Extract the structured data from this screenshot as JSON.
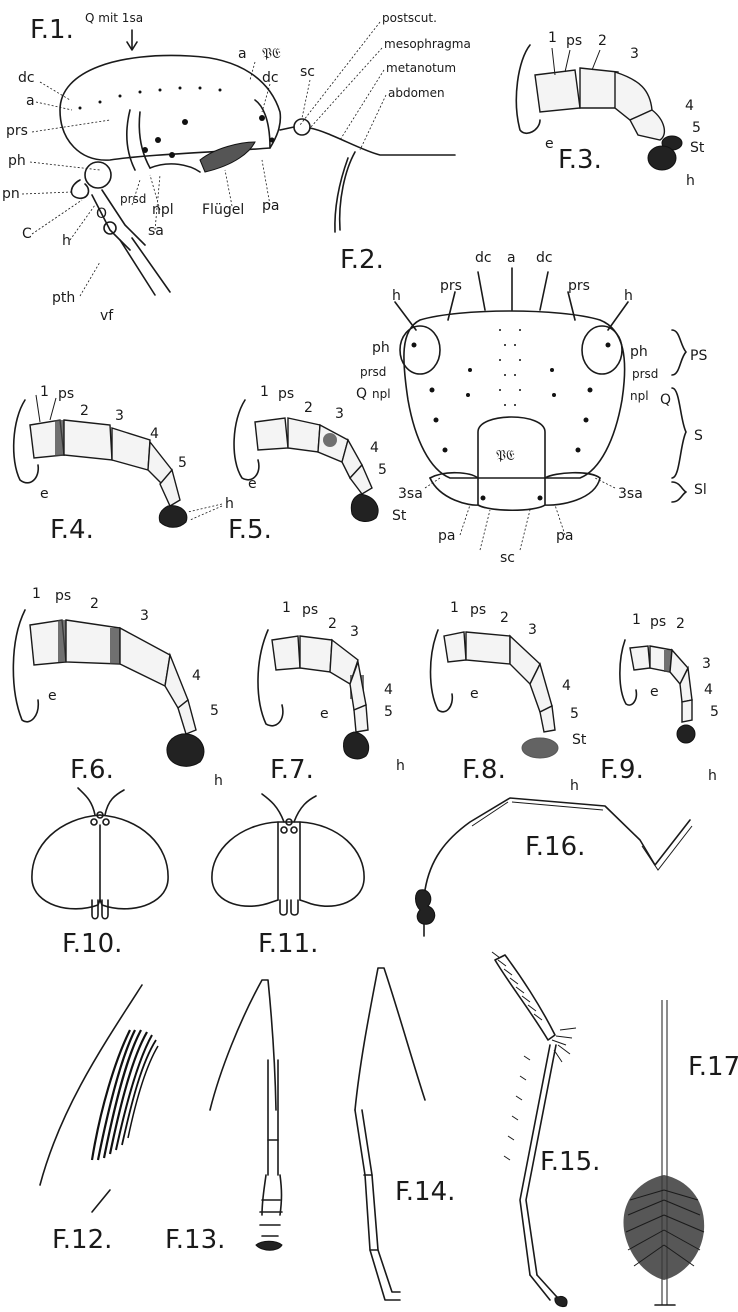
{
  "figures": {
    "f1": {
      "label": "F.1.",
      "top": "Q mit 1sa",
      "pc": "𝔓𝔈",
      "a": "a",
      "dc": "dc",
      "sc": "sc",
      "postscut": "postscut.",
      "mesophragma": "mesophragma",
      "metanotum": "metanotum",
      "abdomen": "abdomen",
      "dc2": "dc",
      "a2": "a",
      "prs": "prs",
      "ph": "ph",
      "pn": "pn",
      "c": "C",
      "h": "h",
      "o": "O",
      "prsd": "prsd",
      "npl": "npl",
      "sa": "sa",
      "fluegel": "Flügel",
      "pa": "pa",
      "pth": "pth",
      "vf": "vf"
    },
    "f2": {
      "label": "F.2.",
      "dc1": "dc",
      "a": "a",
      "dc2": "dc",
      "prs1": "prs",
      "prs2": "prs",
      "h1": "h",
      "h2": "h",
      "ph1": "ph",
      "ph2": "ph",
      "prsd1": "prsd",
      "prsd2": "prsd",
      "q1": "Q",
      "q2": "Q",
      "npl1": "npl",
      "npl2": "npl",
      "pc": "𝔓𝔈",
      "sa1": "3sa",
      "sa2": "3sa",
      "pa1": "pa",
      "pa2": "pa",
      "sc": "sc",
      "ps": "PS",
      "s": "S",
      "sl": "Sl"
    },
    "f3": {
      "label": "F.3.",
      "n1": "1",
      "ps": "ps",
      "n2": "2",
      "n3": "3",
      "n4": "4",
      "n5": "5",
      "e": "e",
      "st": "St",
      "h": "h"
    },
    "f4": {
      "label": "F.4.",
      "n1": "1",
      "ps": "ps",
      "n2": "2",
      "n3": "3",
      "n4": "4",
      "n5": "5",
      "e": "e",
      "h": "h"
    },
    "f5": {
      "label": "F.5.",
      "n1": "1",
      "ps": "ps",
      "n2": "2",
      "n3": "3",
      "n4": "4",
      "n5": "5",
      "e": "e",
      "st": "St"
    },
    "f6": {
      "label": "F.6.",
      "n1": "1",
      "ps": "ps",
      "n2": "2",
      "n3": "3",
      "n4": "4",
      "n5": "5",
      "e": "e",
      "h": "h"
    },
    "f7": {
      "label": "F.7.",
      "n1": "1",
      "ps": "ps",
      "n2": "2",
      "n3": "3",
      "n4": "4",
      "n5": "5",
      "e": "e",
      "h": "h"
    },
    "f8": {
      "label": "F.8.",
      "n1": "1",
      "ps": "ps",
      "n2": "2",
      "n3": "3",
      "n4": "4",
      "n5": "5",
      "e": "e",
      "st": "St",
      "h": "h"
    },
    "f9": {
      "label": "F.9.",
      "n1": "1",
      "ps": "ps",
      "n2": "2",
      "n3": "3",
      "n4": "4",
      "n5": "5",
      "e": "e",
      "h": "h"
    },
    "f10": {
      "label": "F.10."
    },
    "f11": {
      "label": "F.11."
    },
    "f12": {
      "label": "F.12."
    },
    "f13": {
      "label": "F.13."
    },
    "f14": {
      "label": "F.14."
    },
    "f15": {
      "label": "F.15."
    },
    "f16": {
      "label": "F.16."
    },
    "f17": {
      "label": "F.17."
    }
  }
}
